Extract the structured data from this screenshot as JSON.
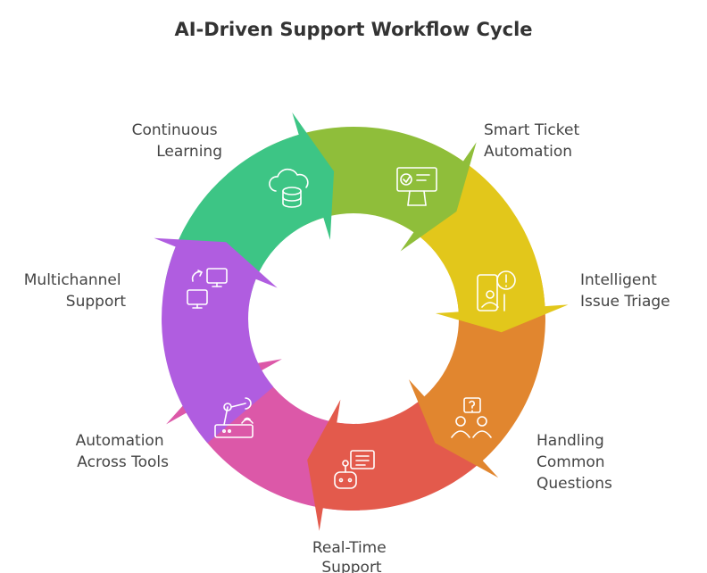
{
  "title": "AI-Driven Support Workflow Cycle",
  "steps": [
    {
      "label_lines": [
        "Smart Ticket",
        "Automation"
      ],
      "color": "#3DC585",
      "icon": "ticket-approval-icon"
    },
    {
      "label_lines": [
        "Intelligent",
        "Issue Triage"
      ],
      "color": "#8FBE3A",
      "icon": "alert-user-icon"
    },
    {
      "label_lines": [
        "Handling",
        "Common",
        "Questions"
      ],
      "color": "#E2C71B",
      "icon": "question-group-icon"
    },
    {
      "label_lines": [
        "Real-Time",
        "Support"
      ],
      "color": "#E1862F",
      "icon": "chatbot-icon"
    },
    {
      "label_lines": [
        "Automation",
        "Across Tools"
      ],
      "color": "#E35A4C",
      "icon": "robotic-arm-icon"
    },
    {
      "label_lines": [
        "Multichannel",
        "Support"
      ],
      "color": "#DC58A8",
      "icon": "multi-device-sync-icon"
    },
    {
      "label_lines": [
        "Continuous",
        "Learning"
      ],
      "color": "#B05DE0",
      "icon": "cloud-database-icon"
    }
  ]
}
